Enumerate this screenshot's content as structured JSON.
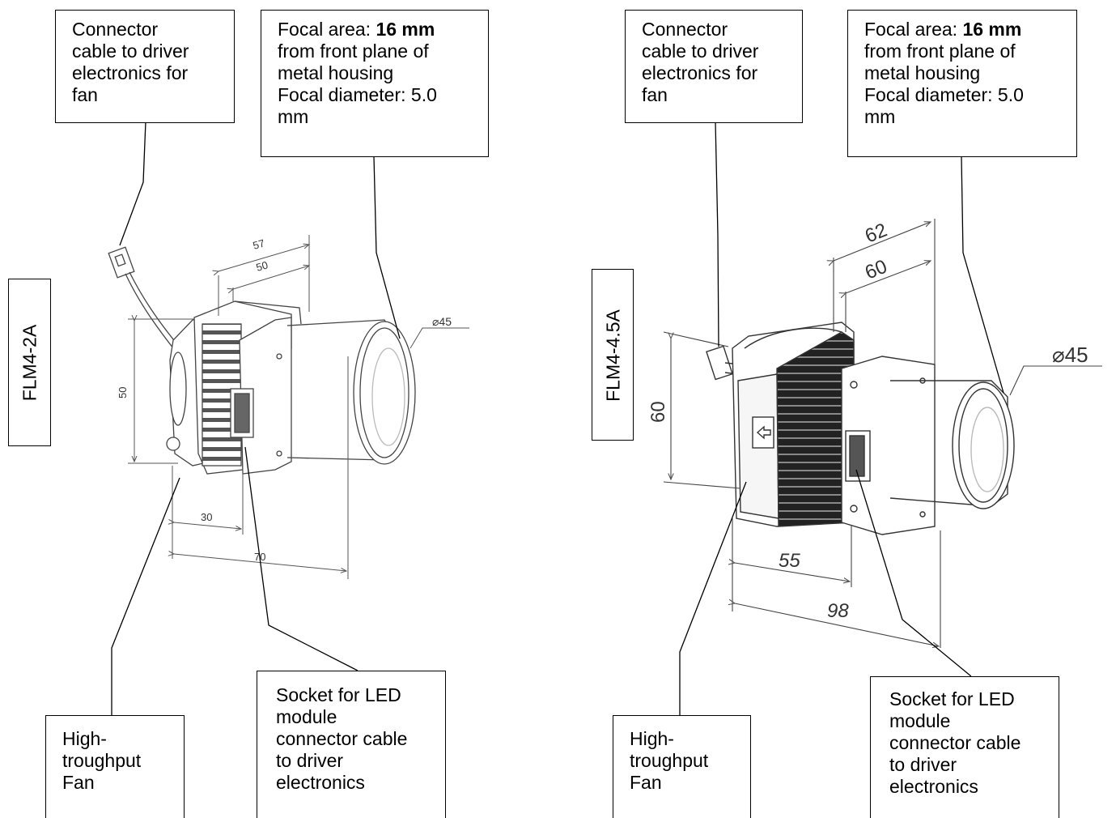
{
  "left": {
    "model": "FLM4-2A",
    "connector_label": [
      "Connector",
      "cable to driver",
      "electronics for",
      "fan"
    ],
    "focal_label": {
      "prefix": "Focal area: ",
      "bold": "16 mm",
      "lines": [
        "from front plane of",
        "metal housing",
        "Focal diameter: 5.0",
        "mm"
      ]
    },
    "fan_label": [
      "High-",
      "troughput",
      "Fan"
    ],
    "socket_label": [
      "Socket for LED",
      "module",
      "connector cable",
      "to driver",
      "electronics"
    ],
    "dims": {
      "top_outer": "57",
      "top_inner": "50",
      "height": "50",
      "diameter": "⌀45",
      "bottom_inner": "30",
      "bottom_outer": "70"
    }
  },
  "right": {
    "model": "FLM4-4.5A",
    "connector_label": [
      "Connector",
      "cable to driver",
      "electronics for",
      "fan"
    ],
    "focal_label": {
      "prefix": "Focal area: ",
      "bold": "16 mm",
      "lines": [
        "from front plane of",
        "metal housing",
        "Focal diameter: 5.0",
        "mm"
      ]
    },
    "fan_label": [
      "High-",
      "troughput",
      "Fan"
    ],
    "socket_label": [
      "Socket for LED",
      "module",
      "connector cable",
      "to driver",
      "electronics"
    ],
    "dims": {
      "top_outer": "62",
      "top_inner": "60",
      "height": "60",
      "diameter": "⌀45",
      "bottom_inner": "55",
      "bottom_outer": "98"
    }
  }
}
